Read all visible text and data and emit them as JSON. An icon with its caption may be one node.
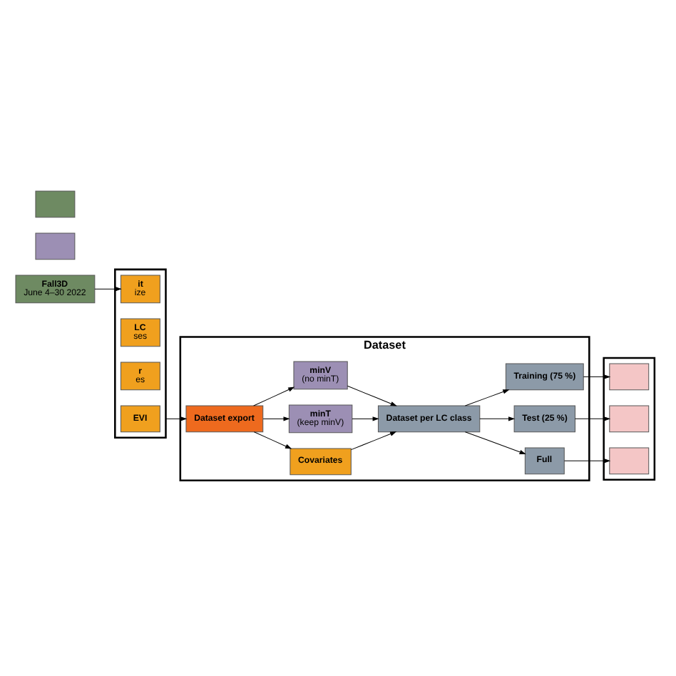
{
  "diagram": {
    "nodes": [
      {
        "text": [],
        "shape": "box"
      },
      {
        "text": [
          "EVI"
        ],
        "in": 0
      },
      {
        "text": [
          "r",
          "es"
        ],
        "in": 0
      },
      {
        "text": [
          "LC",
          "ses"
        ],
        "in": 0
      },
      {
        "text": [
          "it",
          "ize"
        ],
        "in": 0
      },
      {
        "text": [
          "Dataset"
        ]
      },
      {
        "text": [
          "Dataset export"
        ],
        "in": 5
      },
      {
        "text": [
          "minV",
          "(no minT)"
        ],
        "in": 5
      },
      {
        "text": [
          "minT",
          "(keep minV)"
        ],
        "in": 5
      },
      {
        "text": [
          "Covariates"
        ],
        "in": 5
      },
      {
        "text": [
          "Dataset per LC class"
        ],
        "in": 5
      },
      {
        "text": [
          "Training (75 %)"
        ],
        "in": 5
      },
      {
        "text": [
          "Test (25 %)"
        ],
        "in": 5
      },
      {
        "text": [
          "Full"
        ],
        "in": 5
      },
      {
        "text": [
          "Fall3D",
          "June 4–30 2022"
        ]
      },
      {
        "text": [],
        "shape": "box"
      },
      {
        "text": [],
        "shape": "box"
      },
      {
        "text": [],
        "shape": "box"
      },
      {
        "text": [],
        "shape": "box",
        "in": 17
      },
      {
        "text": [],
        "shape": "box",
        "in": 17
      },
      {
        "text": [],
        "shape": "box",
        "in": 17
      }
    ],
    "edges": [
      {
        "from": 0,
        "to": 6,
        "arrow": "to"
      },
      {
        "from": 6,
        "to": 7,
        "arrow": "to"
      },
      {
        "from": 6,
        "to": 8,
        "arrow": "to"
      },
      {
        "from": 6,
        "to": 9,
        "arrow": "to"
      },
      {
        "from": 7,
        "to": 10,
        "arrow": "to"
      },
      {
        "from": 8,
        "to": 10,
        "arrow": "to"
      },
      {
        "from": 9,
        "to": 10,
        "arrow": "to"
      },
      {
        "from": 10,
        "to": 11,
        "arrow": "to"
      },
      {
        "from": 10,
        "to": 12,
        "arrow": "to"
      },
      {
        "from": 10,
        "to": 13,
        "arrow": "to"
      },
      {
        "from": 11,
        "to": 18,
        "arrow": "to"
      },
      {
        "from": 12,
        "to": 19,
        "arrow": "to"
      },
      {
        "from": 13,
        "to": 20,
        "arrow": "to"
      },
      {
        "from": 14,
        "to": 4,
        "arrow": "to"
      }
    ]
  }
}
